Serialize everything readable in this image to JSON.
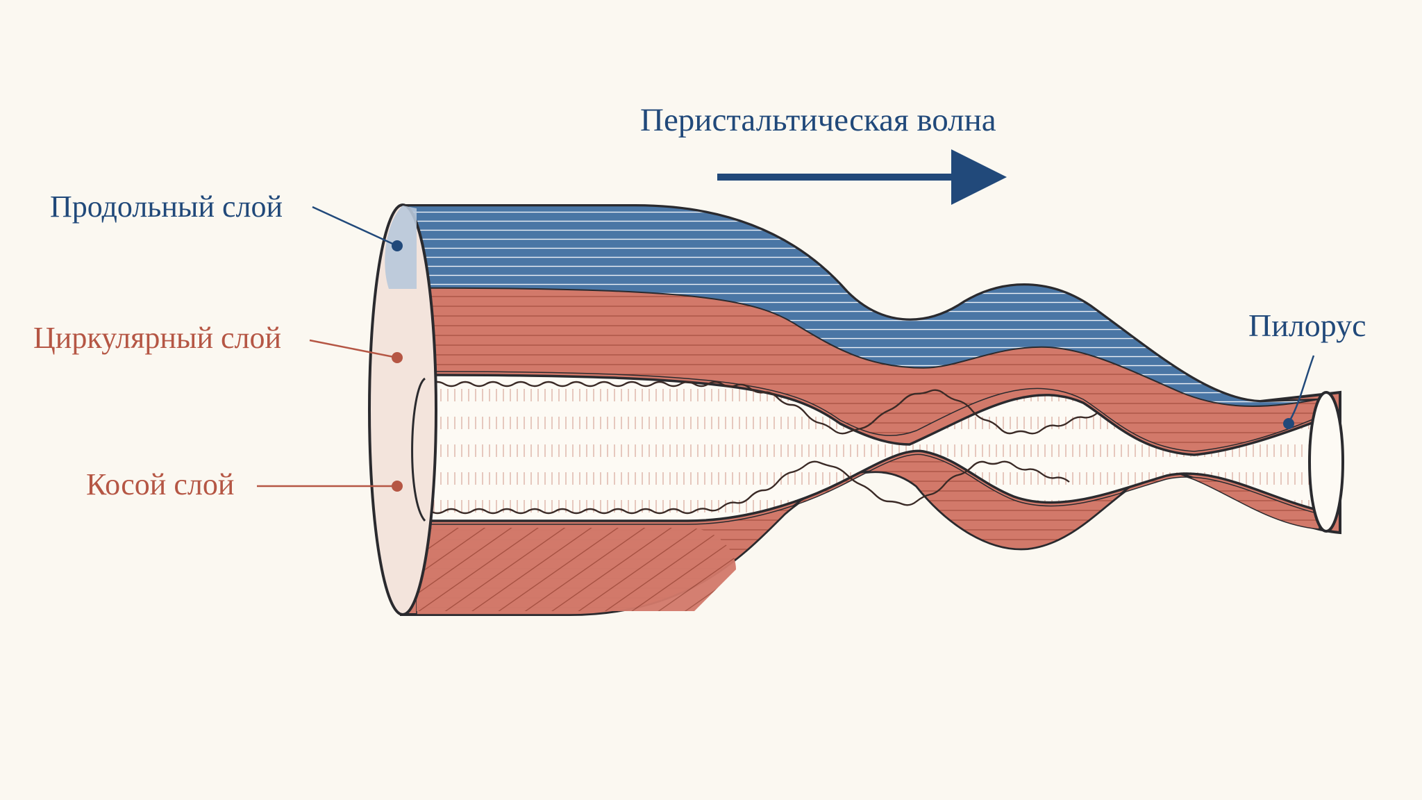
{
  "diagram": {
    "title": "Перистальтическая волна",
    "labels": {
      "longitudinal": "Продольный слой",
      "circular": "Циркулярный слой",
      "oblique": "Косой слой",
      "pylorus": "Пилорус"
    }
  },
  "colors": {
    "background": "#fbf8f1",
    "longitudinal_layer": "#4a76a5",
    "circular_layer": "#d2796a",
    "lumen": "#fdfaf4",
    "outline": "#2a2a2e",
    "label_blue": "#21497a",
    "label_red": "#b55644"
  }
}
